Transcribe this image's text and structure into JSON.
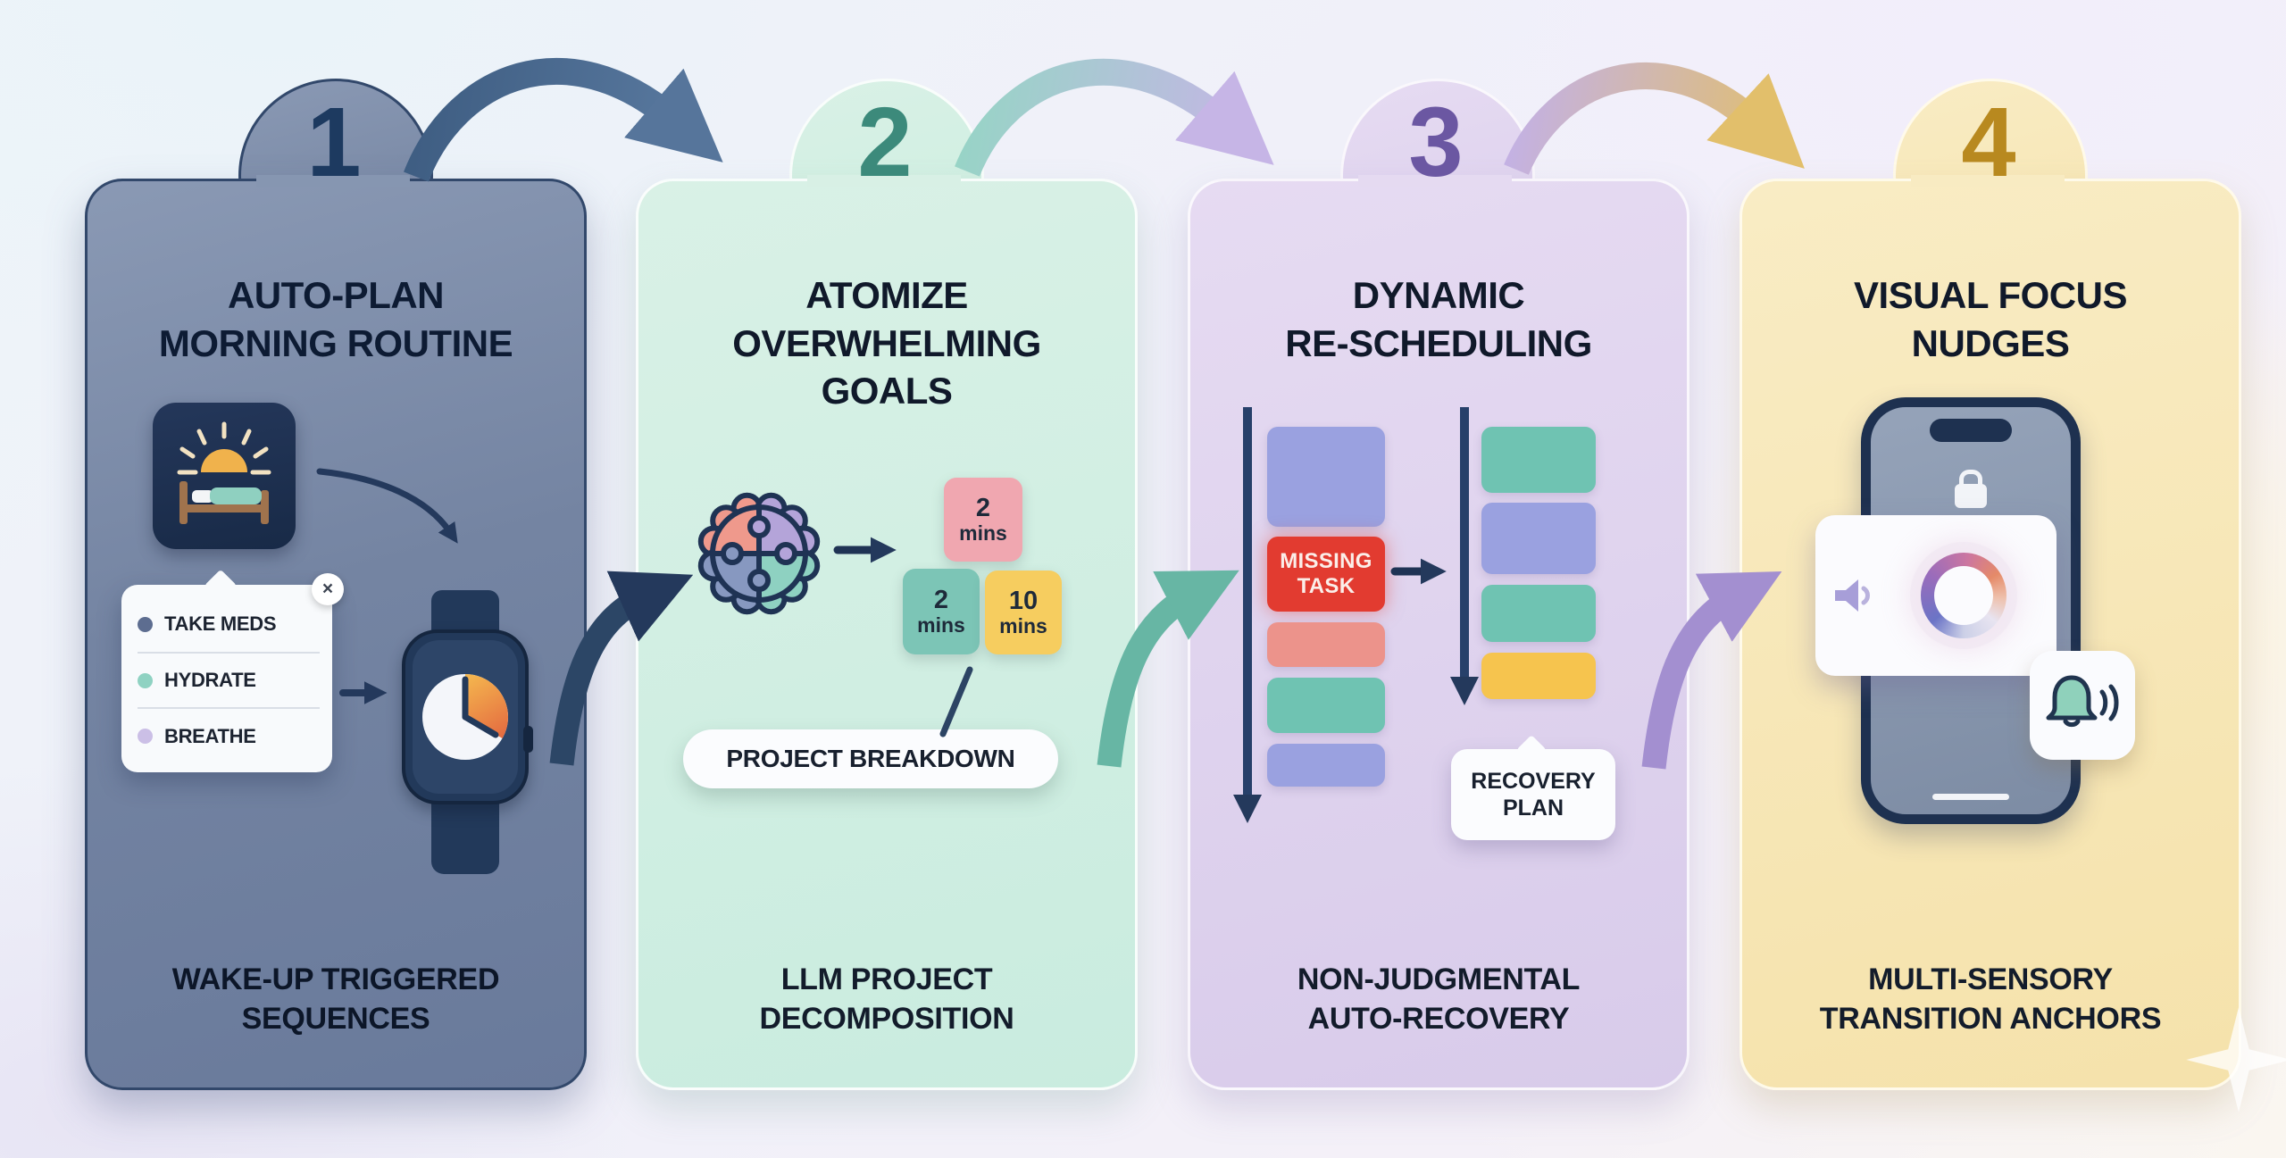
{
  "steps": [
    {
      "number": "1",
      "accent_color": "#2f4568",
      "card_color": "#7c8caa",
      "title_lines": [
        "AUTO-PLAN",
        "MORNING ROUTINE"
      ],
      "footer_lines": [
        "WAKE-UP TRIGGERED",
        "SEQUENCES"
      ],
      "checklist": {
        "close_icon": "×",
        "items": [
          {
            "label": "TAKE MEDS",
            "bullet_color": "#5d6d90"
          },
          {
            "label": "HYDRATE",
            "bullet_color": "#8fd2c2"
          },
          {
            "label": "BREATHE",
            "bullet_color": "#cbbfe6"
          }
        ]
      }
    },
    {
      "number": "2",
      "accent_color": "#3c8a7b",
      "card_color": "#cfeee2",
      "title_lines": [
        "ATOMIZE",
        "OVERWHELMING",
        "GOALS"
      ],
      "footer_lines": [
        "LLM PROJECT",
        "DECOMPOSITION"
      ],
      "time_blocks": [
        {
          "value": "2",
          "unit": "mins",
          "color": "#f0a7b0"
        },
        {
          "value": "2",
          "unit": "mins",
          "color": "#7cc5b6"
        },
        {
          "value": "10",
          "unit": "mins",
          "color": "#f6cd5f"
        }
      ],
      "label": "PROJECT BREAKDOWN"
    },
    {
      "number": "3",
      "accent_color": "#6b57a2",
      "card_color": "#ded3ee",
      "title_lines": [
        "DYNAMIC",
        "RE-SCHEDULING"
      ],
      "footer_lines": [
        "NON-JUDGMENTAL",
        "AUTO-RECOVERY"
      ],
      "missing_task_lines": [
        "MISSING",
        "TASK"
      ],
      "recovery_plan_lines": [
        "RECOVERY",
        "PLAN"
      ],
      "schedule_before_colors": [
        "#9aa1e0",
        "#e23b30",
        "#ec938b",
        "#6fc3b2",
        "#9aa1e0"
      ],
      "schedule_after_colors": [
        "#6fc3b2",
        "#9aa1e0",
        "#6fc3b2",
        "#f6c44e"
      ]
    },
    {
      "number": "4",
      "accent_color": "#b8891f",
      "card_color": "#f7e7b8",
      "title_lines": [
        "VISUAL FOCUS",
        "NUDGES"
      ],
      "footer_lines": [
        "MULTI-SENSORY",
        "TRANSITION ANCHORS"
      ]
    }
  ],
  "arrow_colors": {
    "step1_to_2": "#3e5d82",
    "step2_to_3_gradient": [
      "#97d4c6",
      "#c6b5e6"
    ],
    "step3_to_4_gradient": [
      "#c3b1e5",
      "#e2bf6b"
    ],
    "mid_swoosh_1": "#2c4666",
    "mid_swoosh_2": "#67b6a4",
    "mid_swoosh_3": "#a38fd0"
  }
}
